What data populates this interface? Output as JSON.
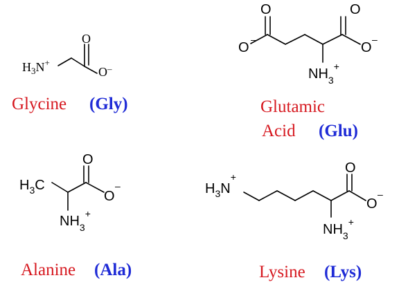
{
  "colors": {
    "name": "#d6181f",
    "abbr": "#1f2bd6",
    "bond": "#000000"
  },
  "molecules": {
    "glycine": {
      "name": "Glycine",
      "abbr": "(Gly)",
      "atoms": {
        "amine": "H3N+",
        "carbonyl_o": "O",
        "carboxylate_o": "O–"
      }
    },
    "glutamic_acid": {
      "name_line1": "Glutamic",
      "name_line2": "Acid",
      "abbr": "(Glu)",
      "atoms": {
        "side_o_double": "O",
        "side_o_minus": "O",
        "side_charge": "–",
        "alpha_o_double": "O",
        "alpha_o_minus": "O",
        "alpha_charge": "–",
        "amine": "NH3+"
      }
    },
    "alanine": {
      "name": "Alanine",
      "abbr": "(Ala)",
      "atoms": {
        "methyl": "H3C",
        "carbonyl_o": "O",
        "carboxylate_o": "O",
        "charge": "–",
        "amine": "NH3+"
      }
    },
    "lysine": {
      "name": "Lysine",
      "abbr": "(Lys)",
      "atoms": {
        "side_amine": "H3N+",
        "carbonyl_o": "O",
        "carboxylate_o": "O",
        "charge": "–",
        "amine": "NH3+"
      }
    }
  }
}
